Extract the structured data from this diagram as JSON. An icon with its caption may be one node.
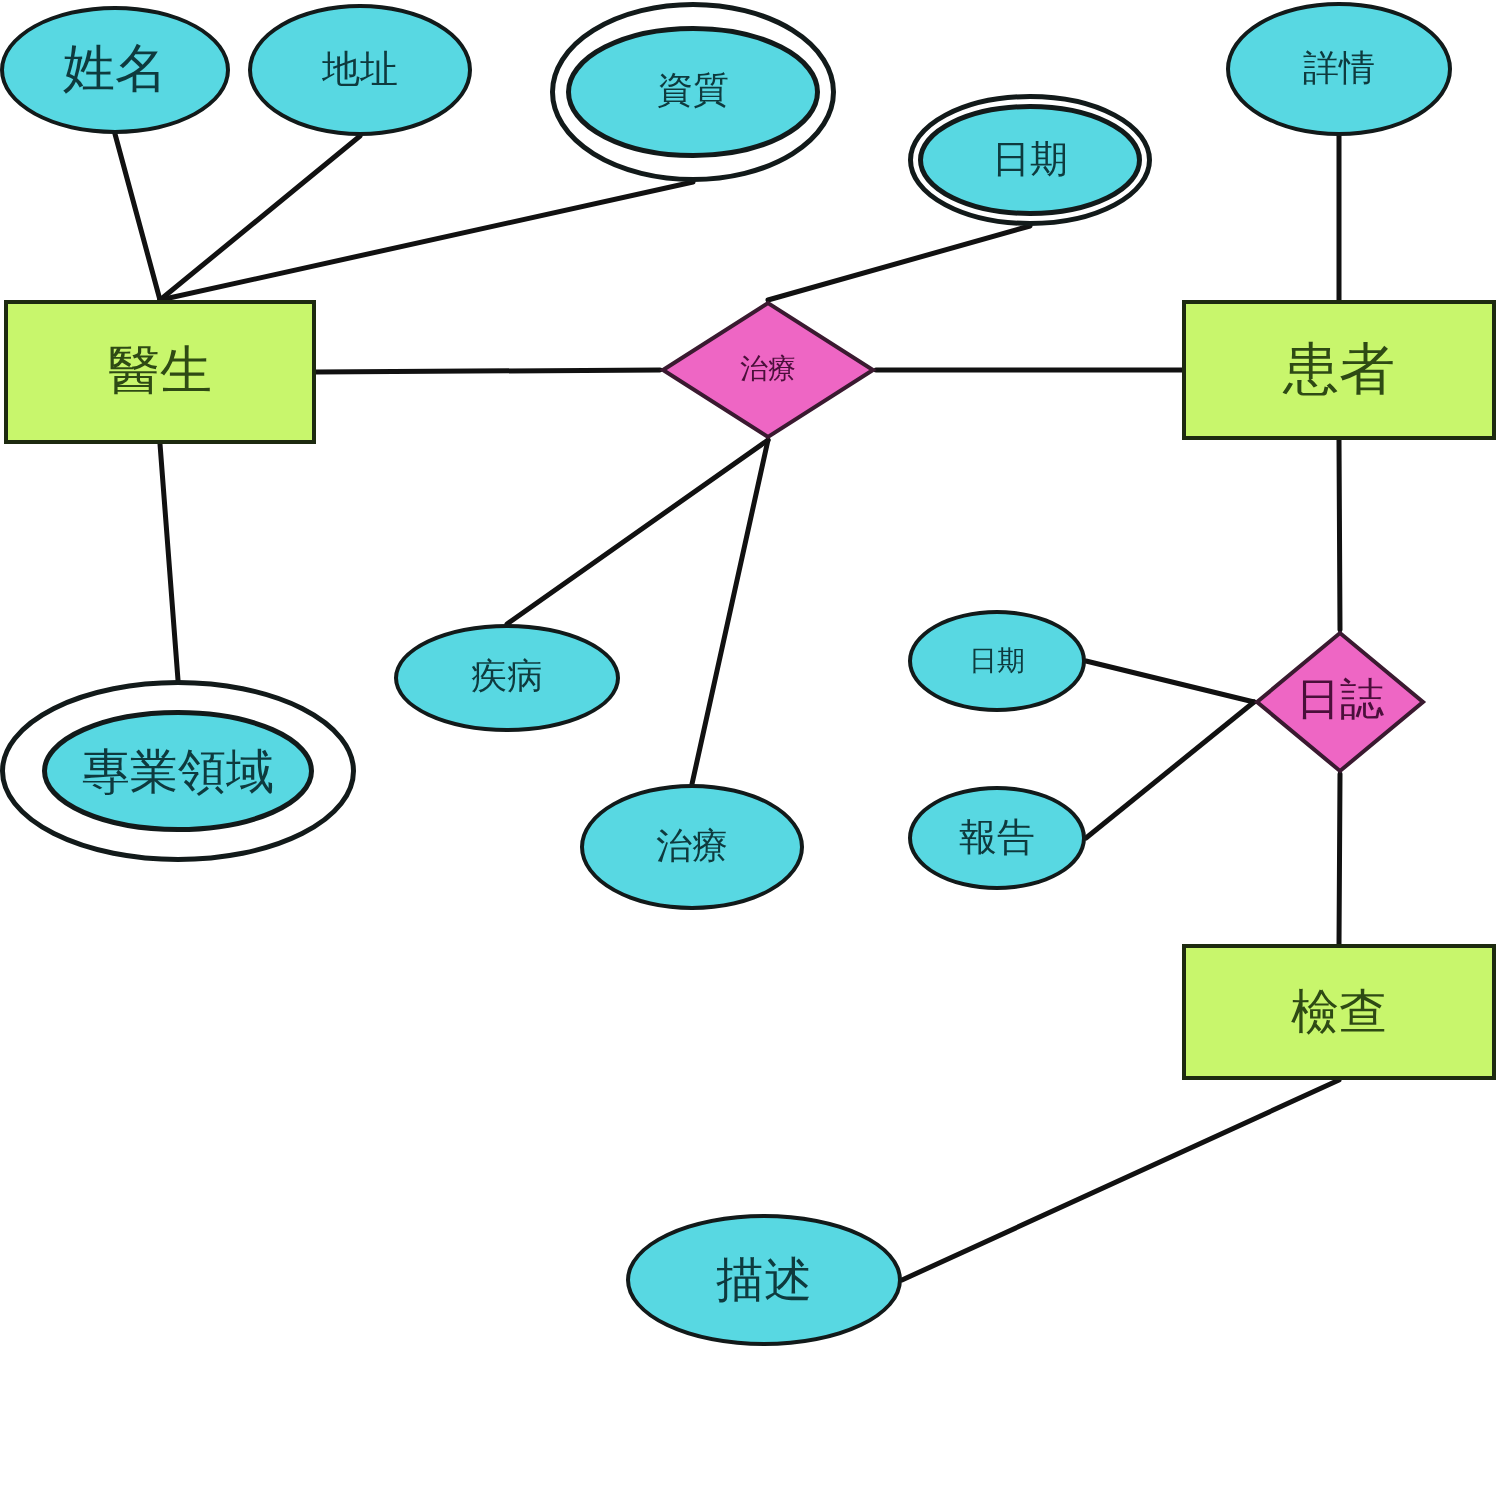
{
  "diagram": {
    "nodes": [
      {
        "text": [
          "姓名"
        ]
      },
      {
        "text": [
          "地址"
        ]
      },
      {
        "text": [
          "資質"
        ]
      },
      {
        "text": [
          "日期"
        ]
      },
      {
        "text": [
          "詳情"
        ]
      },
      {
        "text": [
          "醫生"
        ]
      },
      {
        "text": [
          "治療"
        ]
      },
      {
        "text": [
          "患者"
        ]
      },
      {
        "text": [
          "疾病"
        ]
      },
      {
        "text": [
          "日期"
        ]
      },
      {
        "text": [
          "日誌"
        ]
      },
      {
        "text": [
          "專業領域"
        ]
      },
      {
        "text": [
          "治療"
        ]
      },
      {
        "text": [
          "報告"
        ]
      },
      {
        "text": [
          "檢查"
        ]
      },
      {
        "text": [
          "描述"
        ]
      }
    ],
    "edges": [
      {
        "from": 0,
        "to": 5,
        "arrow": "none"
      },
      {
        "from": 1,
        "to": 5,
        "arrow": "none"
      },
      {
        "from": 2,
        "to": 5,
        "arrow": "none"
      },
      {
        "from": 5,
        "to": 6,
        "arrow": "none"
      },
      {
        "from": 3,
        "to": 6,
        "arrow": "none"
      },
      {
        "from": 6,
        "to": 7,
        "arrow": "none"
      },
      {
        "from": 4,
        "to": 7,
        "arrow": "none"
      },
      {
        "from": 5,
        "to": 11,
        "arrow": "none"
      },
      {
        "from": 6,
        "to": 8,
        "arrow": "none"
      },
      {
        "from": 6,
        "to": 12,
        "arrow": "none"
      },
      {
        "from": 7,
        "to": 10,
        "arrow": "none"
      },
      {
        "from": 9,
        "to": 10,
        "arrow": "none"
      },
      {
        "from": 13,
        "to": 10,
        "arrow": "none"
      },
      {
        "from": 10,
        "to": 14,
        "arrow": "none"
      },
      {
        "from": 14,
        "to": 15,
        "arrow": "none"
      }
    ]
  }
}
